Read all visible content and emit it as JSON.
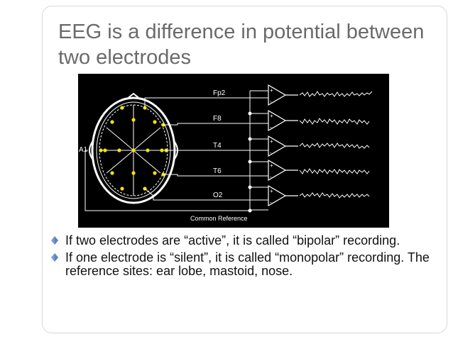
{
  "slide": {
    "title": "EEG is a difference in potential between two electrodes"
  },
  "diagram": {
    "channel_labels": [
      "Fp2",
      "F8",
      "T4",
      "T6",
      "O2"
    ],
    "reference_electrode_label": "A1",
    "common_reference_label": "Common Reference",
    "colors": {
      "background": "#000000",
      "lines": "#ffffff",
      "electrode": "#f2e600"
    }
  },
  "bullets": [
    {
      "text": "If two electrodes are “active”, it is called “bipolar” recording."
    },
    {
      "text": "If one electrode is “silent”, it is called “monopolar” recording.  The reference sites: ear lobe, mastoid, nose."
    }
  ],
  "colors": {
    "title": "#6a6a6a",
    "bullet_marker": "#7a9ad3",
    "frame_border": "#d7d7d7"
  }
}
